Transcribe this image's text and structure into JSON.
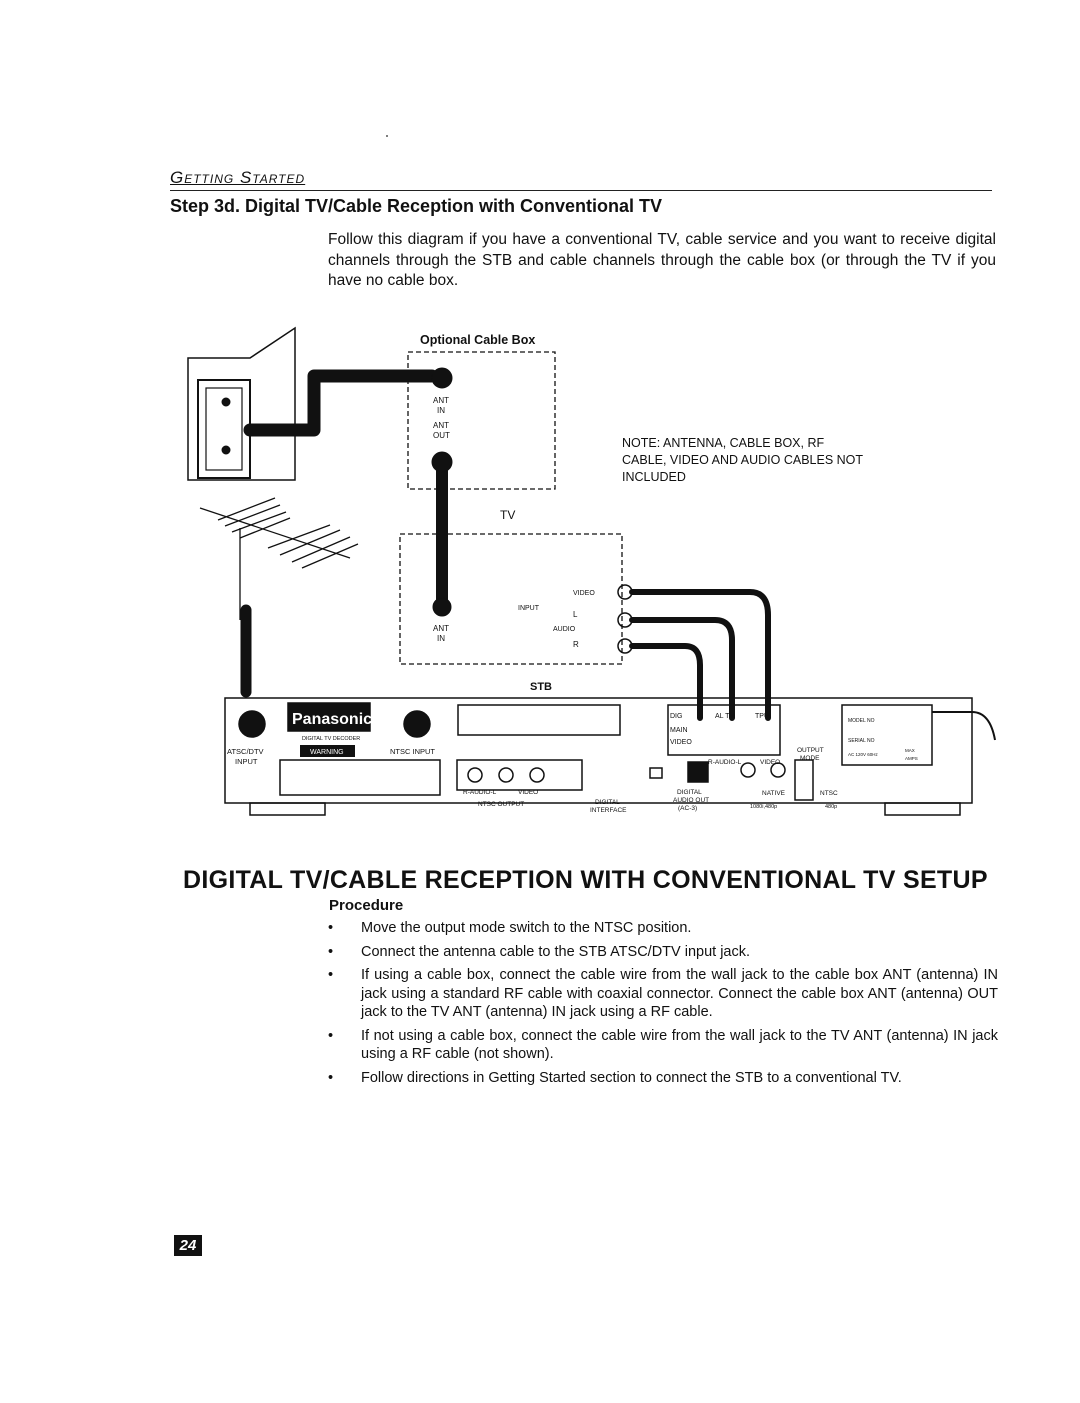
{
  "header": {
    "section": "Getting Started"
  },
  "step_title": "Step 3d. Digital TV/Cable Reception with Conventional TV",
  "intro": "Follow this diagram if you have a conventional TV, cable service and you want to receive digital channels through the STB and cable channels through the cable box (or through the TV if you have no cable box.",
  "diagram": {
    "cable_box_label": "Optional Cable Box",
    "ant_in": [
      "ANT",
      "IN"
    ],
    "ant_out": [
      "ANT",
      "OUT"
    ],
    "note_lines": [
      "NOTE:  ANTENNA, CABLE BOX, RF",
      "CABLE, VIDEO AND AUDIO CABLES NOT",
      "INCLUDED"
    ],
    "tv_label": "TV",
    "tv_video": "VIDEO",
    "tv_input": "INPUT",
    "tv_audio": "AUDIO",
    "tv_l": "L",
    "tv_r": "R",
    "stb_label": "STB",
    "brand": "Panasonic",
    "decoder_label": "DIGITAL TV DECODER",
    "warning_label": "WARNING",
    "atsc_lines": [
      "ATSC/DTV",
      "INPUT"
    ],
    "ntsc_input": "NTSC INPUT",
    "ntsc_output": "NTSC OUTPUT",
    "r_audio_l": "R-AUDIO-L",
    "video": "VIDEO",
    "digital_interface": [
      "DIGITAL",
      "INTERFACE"
    ],
    "digital_audio_out": [
      "DIGITAL",
      "AUDIO OUT",
      "(AC-3)"
    ],
    "output_mode": [
      "OUTPUT",
      "MODE"
    ],
    "native": "NATIVE",
    "ntsc": "NTSC",
    "res_native": "1080i,480p",
    "res_ntsc": "480p",
    "model_no": "MODEL NO",
    "serial_no": "SERIAL NO",
    "ac_rating": "AC 120V 60Hz",
    "max_amps": [
      "MAX",
      "AMPS"
    ],
    "component_labels": [
      "DIG",
      "AL TV",
      "TPU"
    ],
    "main_label": "MAIN",
    "video_short": "VIDEO"
  },
  "main_heading": "Digital TV/Cable Reception with Conventional TV Setup",
  "procedure": {
    "heading": "Procedure",
    "items": [
      "Move the output mode switch to the NTSC position.",
      "Connect the antenna cable to the STB ATSC/DTV input jack.",
      "If using a cable box, connect the cable wire from the wall jack to the cable box ANT (antenna) IN jack using a standard RF cable with coaxial connector. Connect the cable box ANT (antenna) OUT jack to the TV ANT (antenna) IN jack using a RF cable.",
      "If not using a cable box, connect the cable wire from the wall jack to the TV ANT (antenna) IN jack using a RF cable (not shown).",
      "Follow directions in Getting Started section to connect the STB to a conventional TV."
    ]
  },
  "page_number": "24"
}
